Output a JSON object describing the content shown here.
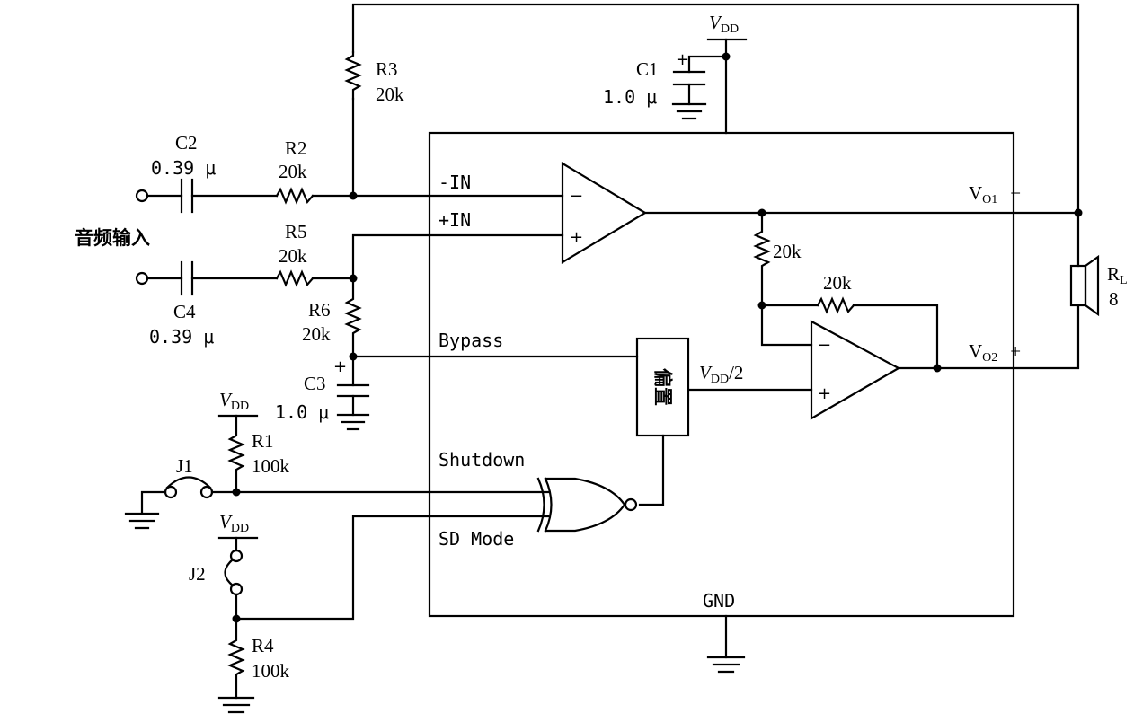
{
  "components": {
    "R1": {
      "name": "R1",
      "value": "100k"
    },
    "R2": {
      "name": "R2",
      "value": "20k"
    },
    "R3": {
      "name": "R3",
      "value": "20k"
    },
    "R4": {
      "name": "R4",
      "value": "100k"
    },
    "R5": {
      "name": "R5",
      "value": "20k"
    },
    "R6": {
      "name": "R6",
      "value": "20k"
    },
    "C1": {
      "name": "C1",
      "value": "1.0 μ"
    },
    "C2": {
      "name": "C2",
      "value": "0.39 μ"
    },
    "C3": {
      "name": "C3",
      "value": "1.0 μ"
    },
    "C4": {
      "name": "C4",
      "value": "0.39 μ"
    },
    "RL": {
      "name_main": "R",
      "name_sub": "L",
      "value": "8"
    },
    "J1": {
      "name": "J1"
    },
    "J2": {
      "name": "J2"
    },
    "Rf1": {
      "value": "20k"
    },
    "Rf2": {
      "value": "20k"
    }
  },
  "pins": {
    "neg_in": "-IN",
    "pos_in": "+IN",
    "bypass": "Bypass",
    "shutdown": "Shutdown",
    "sd_mode": "SD Mode",
    "gnd": "GND",
    "vo1": {
      "main": "V",
      "sub": "O1",
      "sign": "−"
    },
    "vo2": {
      "main": "V",
      "sub": "O2",
      "sign": "+"
    }
  },
  "supply": {
    "main": "V",
    "sub": "DD"
  },
  "bias_block": {
    "label": "偏置",
    "out_main": "V",
    "out_sub": "DD",
    "out_tail": "/2"
  },
  "input_label": "音频输入",
  "opamp_signs": {
    "minus": "−",
    "plus": "+"
  },
  "cap_polarity": "+"
}
